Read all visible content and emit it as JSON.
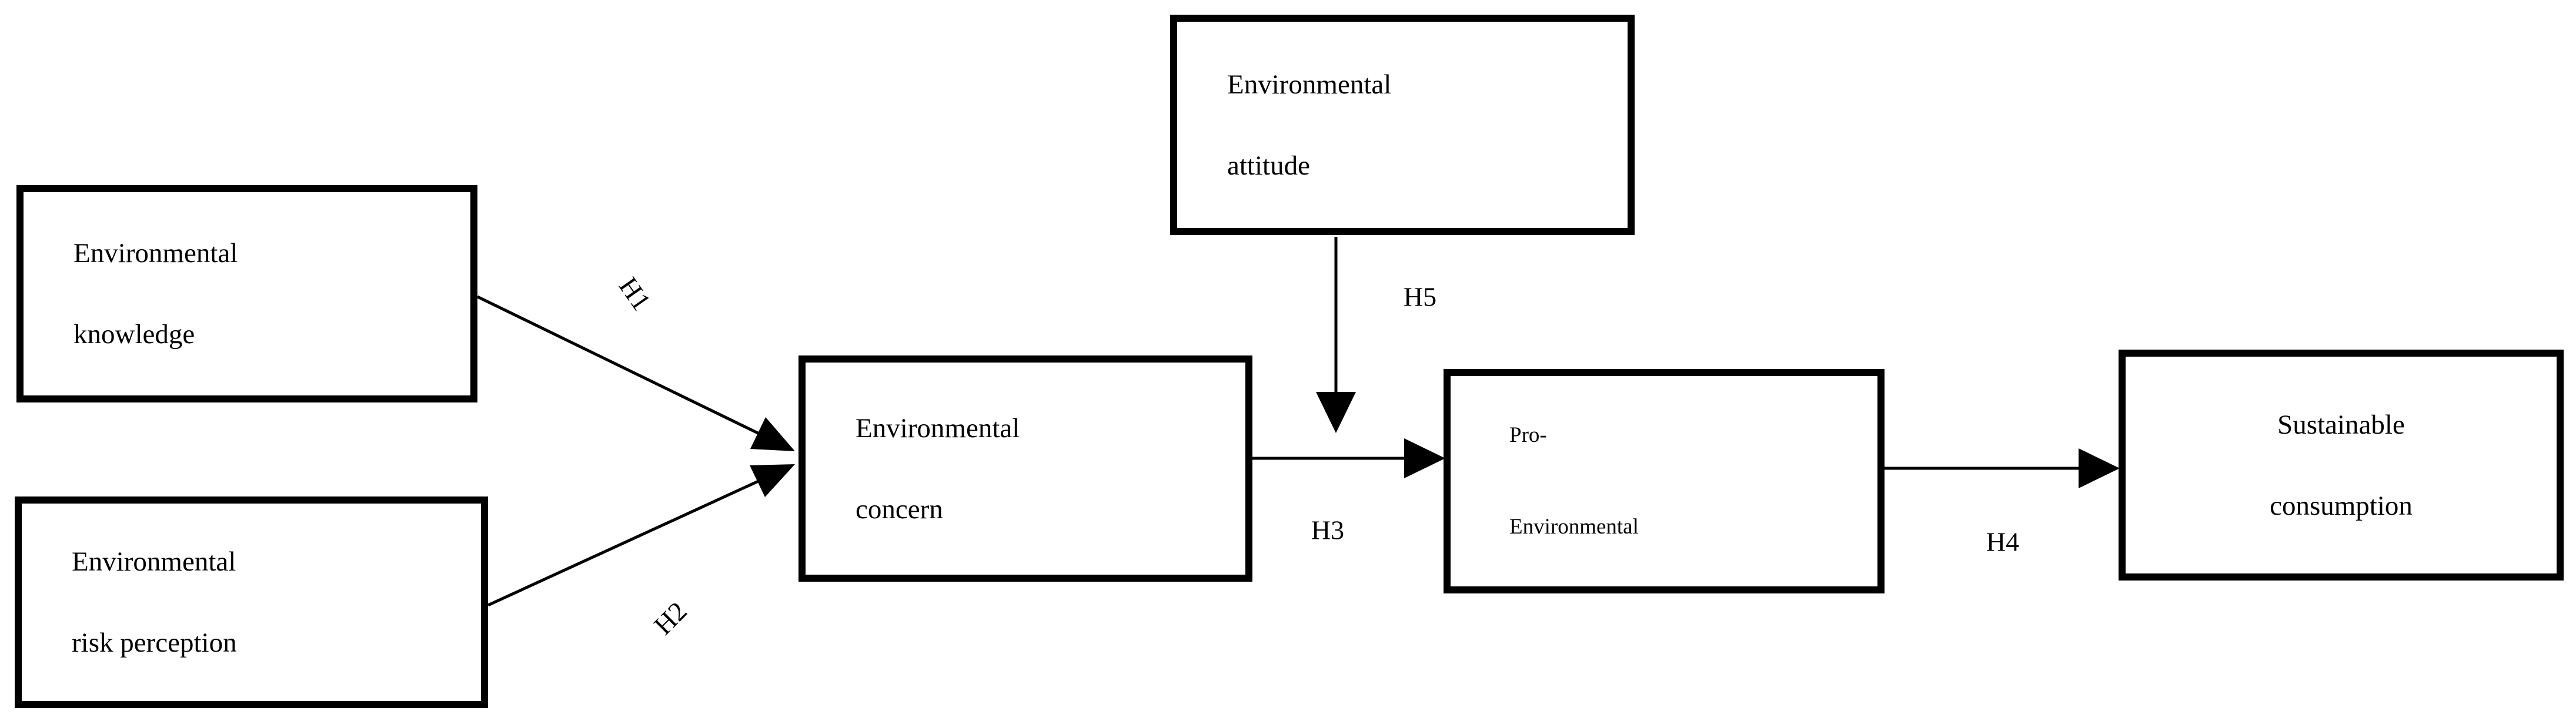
{
  "figure": {
    "colors": {
      "background": "#ffffff",
      "box_border": "#000000",
      "text": "#000000",
      "arrow": "#000000"
    },
    "boxes": [
      {
        "name": "environmental-knowledge",
        "lines": [
          "Environmental",
          "knowledge"
        ]
      },
      {
        "name": "environmental-risk-perception",
        "lines": [
          "Environmental",
          "risk perception"
        ]
      },
      {
        "name": "environmental-concern",
        "lines": [
          "Environmental",
          "concern"
        ]
      },
      {
        "name": "environmental-attitude",
        "lines": [
          "Environmental",
          "attitude"
        ]
      },
      {
        "name": "pro-environmental",
        "lines": [
          "Pro-",
          "Environmental"
        ]
      },
      {
        "name": "sustainable-consumption",
        "lines": [
          "Sustainable",
          "consumption"
        ]
      }
    ],
    "labels": [
      {
        "name": "H1",
        "text": "H1"
      },
      {
        "name": "H2",
        "text": "H2"
      },
      {
        "name": "H3",
        "text": "H3"
      },
      {
        "name": "H4",
        "text": "H4"
      },
      {
        "name": "H5",
        "text": "H5"
      }
    ],
    "edges": [
      {
        "label": "H1",
        "from": "environmental-knowledge",
        "to": "environmental-concern"
      },
      {
        "label": "H2",
        "from": "environmental-risk-perception",
        "to": "environmental-concern"
      },
      {
        "label": "H3",
        "from": "environmental-concern",
        "to": "pro-environmental"
      },
      {
        "label": "H4",
        "from": "pro-environmental",
        "to": "sustainable-consumption"
      },
      {
        "label": "H5",
        "from": "environmental-attitude",
        "to": "arrow-between-concern-and-pro-environmental"
      }
    ]
  }
}
